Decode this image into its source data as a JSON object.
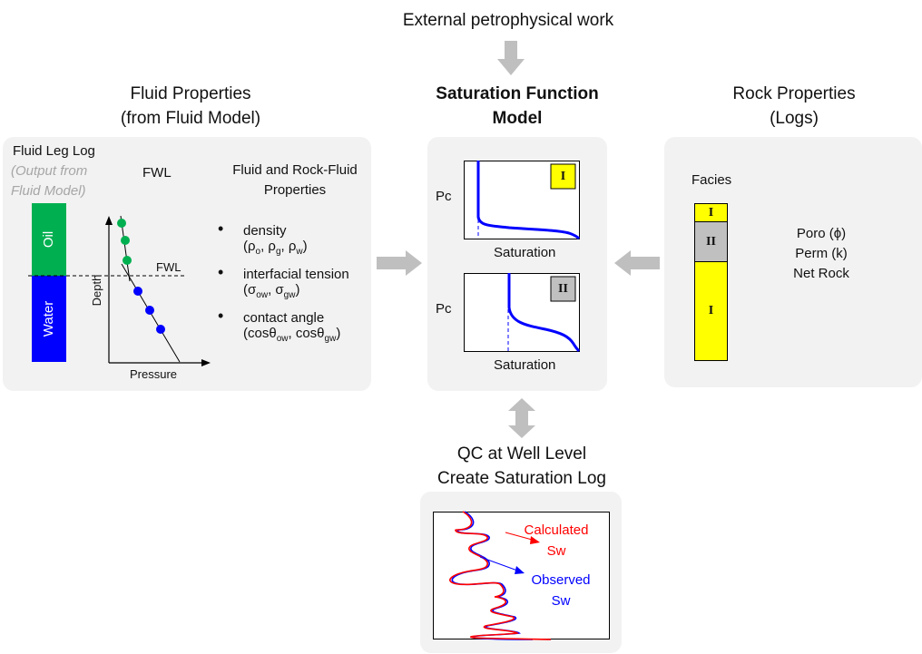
{
  "top": {
    "external_label": "External petrophysical work"
  },
  "fluid": {
    "title_line1": "Fluid Properties",
    "title_line2": "(from Fluid Model)",
    "log_title": "Fluid Leg Log",
    "log_subtitle_line1": "(Output from",
    "log_subtitle_line2": "Fluid Model)",
    "fwl_heading": "FWL",
    "oil_label": "Oil",
    "water_label": "Water",
    "fwl_line_label": "FWL",
    "depth_label": "Depth",
    "pressure_label": "Pressure",
    "properties_title_line1": "Fluid and Rock-Fluid",
    "properties_title_line2": "Properties",
    "properties": [
      {
        "name": "density",
        "symbols": "(ρo, ρg, ρw)"
      },
      {
        "name": "interfacial tension",
        "symbols": "(σow, σgw)"
      },
      {
        "name": "contact angle",
        "symbols": "(cosθow, cosθgw)"
      }
    ],
    "colors": {
      "oil": "#00b050",
      "water": "#0000ff"
    }
  },
  "satfunc": {
    "title_line1": "Saturation Function",
    "title_line2": "Model",
    "charts": [
      {
        "facies": "I",
        "ylabel": "Pc",
        "xlabel": "Saturation",
        "badge_color": "#ffff00"
      },
      {
        "facies": "II",
        "ylabel": "Pc",
        "xlabel": "Saturation",
        "badge_color": "#c0c0c0"
      }
    ]
  },
  "rock": {
    "title_line1": "Rock Properties",
    "title_line2": "(Logs)",
    "facies_label": "Facies",
    "facies_column": [
      {
        "facies": "I",
        "color": "#ffff00"
      },
      {
        "facies": "II",
        "color": "#c0c0c0"
      },
      {
        "facies": "I",
        "color": "#ffff00"
      }
    ],
    "properties": [
      "Poro (ϕ)",
      "Perm (k)",
      "Net Rock"
    ]
  },
  "qc": {
    "title_line1": "QC at Well Level",
    "title_line2": "Create Saturation Log",
    "calculated_line1": "Calculated",
    "calculated_line2": "Sw",
    "observed_line1": "Observed",
    "observed_line2": "Sw",
    "colors": {
      "calculated": "#ff0000",
      "observed": "#0000ff"
    }
  },
  "arrow_color": "#bfbfbf"
}
